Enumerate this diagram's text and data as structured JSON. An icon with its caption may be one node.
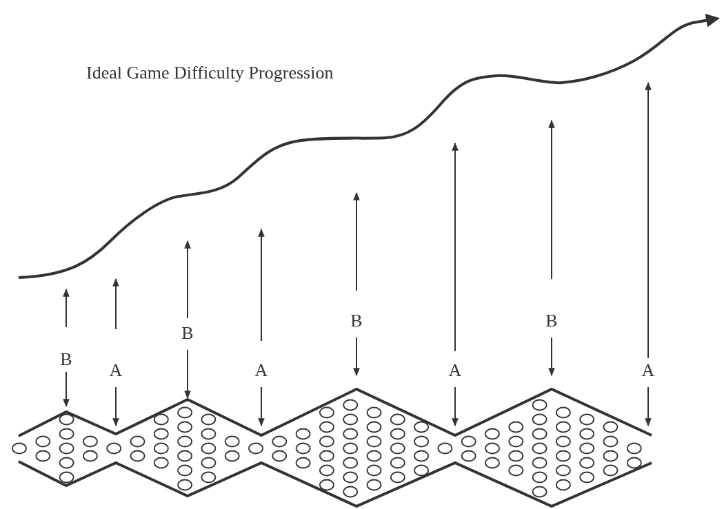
{
  "diagram": {
    "title": "Ideal Game Difficulty Progression",
    "labels": [
      "B",
      "A",
      "B",
      "A",
      "B",
      "A",
      "B",
      "A"
    ]
  }
}
